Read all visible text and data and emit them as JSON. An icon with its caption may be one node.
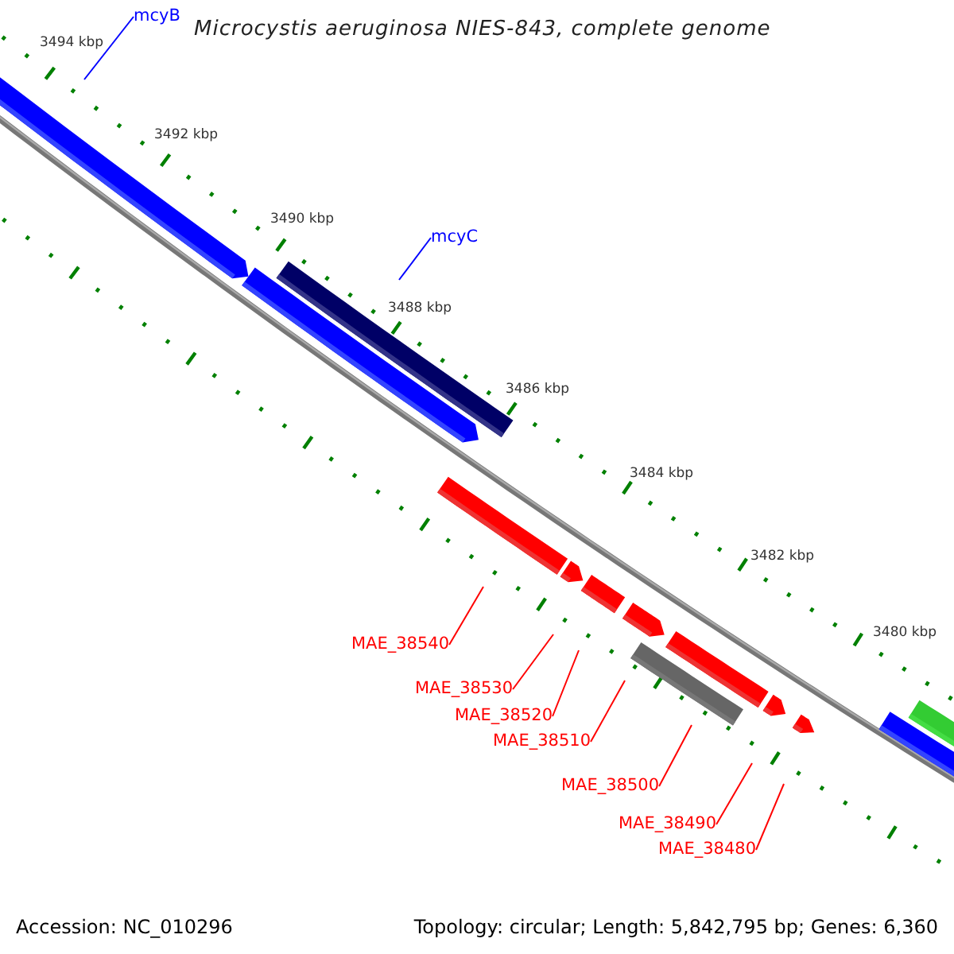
{
  "diagram": {
    "title": "Microcystis aeruginosa NIES-843, complete genome",
    "nodes": [
      {
        "text": [
          "mcyB"
        ]
      },
      {
        "text": [
          "mcyC"
        ]
      },
      {
        "text": [
          "MAE_38540"
        ]
      },
      {
        "text": [
          "MAE_38530"
        ]
      },
      {
        "text": [
          "MAE_38520"
        ]
      },
      {
        "text": [
          "MAE_38510"
        ]
      },
      {
        "text": [
          "MAE_38500"
        ]
      },
      {
        "text": [
          "MAE_38490"
        ]
      },
      {
        "text": [
          "MAE_38480"
        ]
      }
    ],
    "edges": [
      {
        "from": 0,
        "to": null,
        "arrow": "none",
        "color": "#0000ff"
      },
      {
        "from": 1,
        "to": null,
        "arrow": "none",
        "color": "#0000ff"
      },
      {
        "from": 2,
        "to": null,
        "arrow": "none"
      },
      {
        "from": 3,
        "to": null,
        "arrow": "none"
      },
      {
        "from": 4,
        "to": null,
        "arrow": "none"
      },
      {
        "from": 5,
        "to": null,
        "arrow": "none"
      },
      {
        "from": 6,
        "to": null,
        "arrow": "none"
      },
      {
        "from": 7,
        "to": null,
        "arrow": "none"
      },
      {
        "from": 8,
        "to": null,
        "arrow": "none"
      }
    ],
    "labels": [
      "3494 kbp",
      "3492 kbp",
      "3490 kbp",
      "3488 kbp",
      "3486 kbp",
      "3484 kbp",
      "3482 kbp",
      "3480 kbp",
      "Accession: NC_010296",
      "Topology: circular; Length: 5,842,795 bp; Genes: 6,360"
    ]
  }
}
